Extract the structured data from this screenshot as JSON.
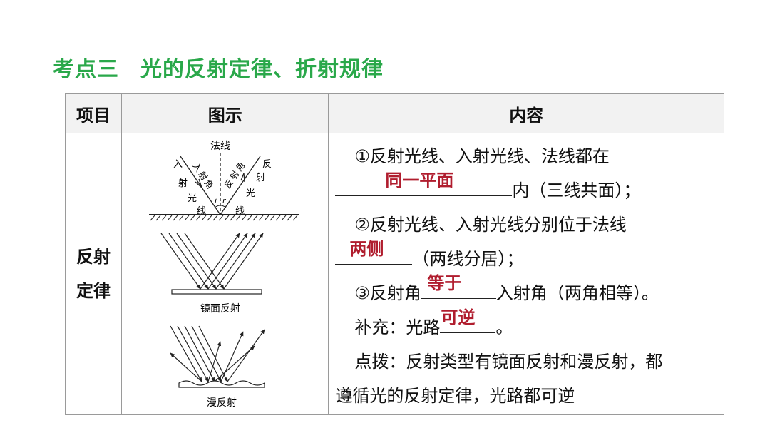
{
  "title": {
    "part1": "考点三",
    "part2": "光的反射定律、折射规律"
  },
  "table": {
    "headers": [
      "项目",
      "图示",
      "内容"
    ],
    "row": {
      "item_line1": "反射",
      "item_line2": "定律",
      "figure": {
        "normal_label": "法线",
        "incident_chars": [
          "入",
          "射",
          "光",
          "线"
        ],
        "incident_angle_chars": [
          "入",
          "射",
          "角"
        ],
        "reflect_angle_chars": [
          "反",
          "射",
          "角"
        ],
        "reflect_chars": [
          "反",
          "射",
          "光",
          "线"
        ],
        "i_label": "i",
        "r_label": "r",
        "mirror_caption": "镜面反射",
        "diffuse_caption": "漫反射"
      },
      "content": {
        "l1": "①反射光线、入射光线、法线都在",
        "l2_answer": "同一平面",
        "l2_after": "内（三线共面）；",
        "l3": "②反射光线、入射光线分别位于法线",
        "l4_answer": "两侧",
        "l4_after": "（两线分居）；",
        "l5_before": "③反射角",
        "l5_answer": "等于",
        "l5_after": "入射角（两角相等）。",
        "l6_before": "补充：光路",
        "l6_answer": "可逆",
        "l6_after": "。",
        "l7": "点拨：反射类型有镜面反射和漫反射，都",
        "l8": "遵循光的反射定律，光路都可逆"
      }
    }
  },
  "colors": {
    "title": "#2aa84a",
    "answer": "#b01d2e",
    "header_bg": "#f2f2f2",
    "border": "#9a9a9a"
  }
}
